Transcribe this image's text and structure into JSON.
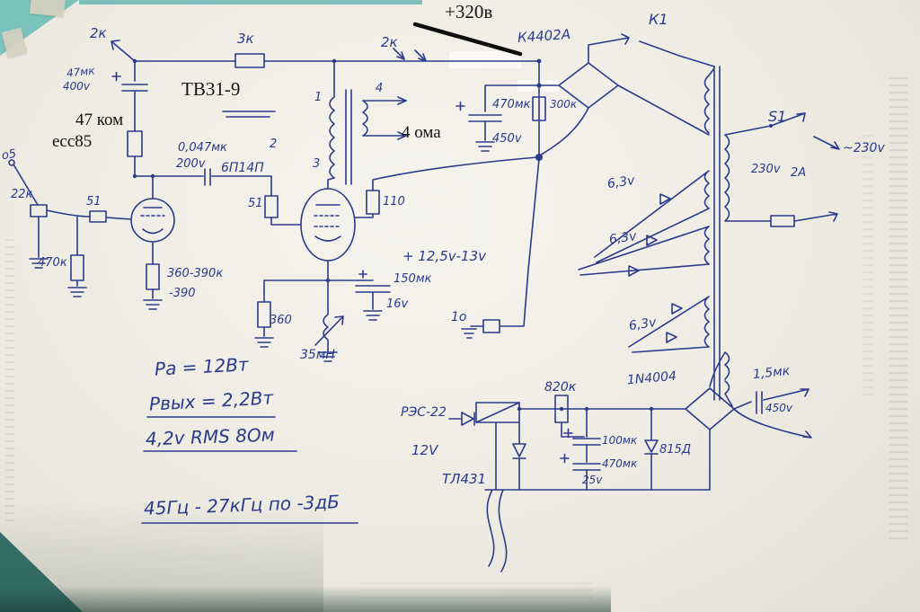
{
  "typed": {
    "v320": "+320в",
    "tv": "ТВ31-9",
    "r47kom": "47 ком",
    "ecc85": "ecc85",
    "ohm4": "4 ома"
  },
  "ink": {
    "r2k_left": "2к",
    "r3k": "3к",
    "r2k_mid": "2к",
    "bridge1": "К4402А",
    "k1": "К1",
    "s1": "S1",
    "mains": "~230v",
    "c47mk": "47мк",
    "c400v": "400v",
    "input5": "о5",
    "r22k": "22к",
    "r51a": "51",
    "r51b": "51",
    "c0047": "0,047мк",
    "c200v": "200v",
    "tube2": "6П14П",
    "r470k": "470к",
    "r360_390k": "360-390к",
    "rm390": "-390",
    "r110": "110",
    "r360": "360",
    "c150mk": "150мк",
    "c16v": "16v",
    "l35mh": "35мН",
    "vheat": "+ 12,5v-13v",
    "c470mk": "470мк",
    "c450v": "450v",
    "r300k": "300к",
    "h63a": "6,3v",
    "h63b": "6,3v",
    "h63c": "6,3v",
    "v230": "230v",
    "fuse2a": "2А",
    "gnd1o": "1о",
    "pin1": "1",
    "pin2": "2",
    "pin3": "3",
    "pin4": "4",
    "f_pa": "Ра = 12Вт",
    "f_pout": "Рвых = 2,2Вт",
    "f_rms": "4,2v RMS 8Ом",
    "f_band": "45Гц - 27кГц по -3дБ",
    "r820k": "820к",
    "d1n4004": "1N4004",
    "c15mk": "1,5мк",
    "c450v2": "450v",
    "relay": "РЭС-22",
    "relay12v": "12V",
    "tl431": "ТЛ431",
    "c100mk": "100мк",
    "c470mk2": "470мк",
    "c25v": "25v",
    "d815": "815Д"
  }
}
